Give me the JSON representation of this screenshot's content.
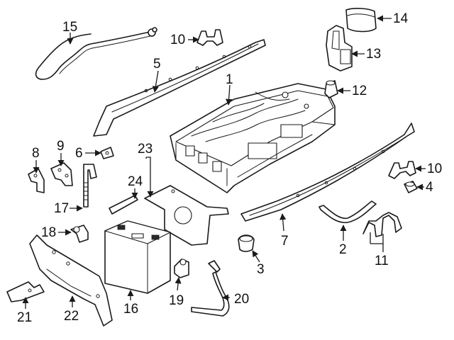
{
  "callouts": {
    "c1": "1",
    "c2": "2",
    "c3": "3",
    "c4": "4",
    "c5": "5",
    "c6": "6",
    "c7": "7",
    "c8": "8",
    "c9": "9",
    "c10a": "10",
    "c10b": "10",
    "c11": "11",
    "c12": "12",
    "c13": "13",
    "c14": "14",
    "c15": "15",
    "c16": "16",
    "c17": "17",
    "c18": "18",
    "c19": "19",
    "c20": "20",
    "c21": "21",
    "c22": "22",
    "c23": "23",
    "c24": "24"
  },
  "colors": {
    "line": "#1a1a1a",
    "background": "#ffffff"
  }
}
